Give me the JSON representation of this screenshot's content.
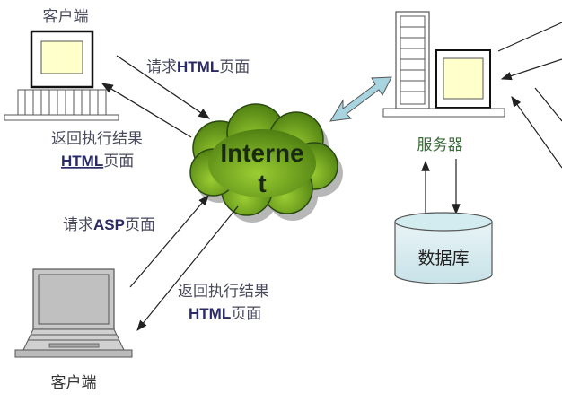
{
  "clients": {
    "top_label": "客户端",
    "bottom_label": "客户端"
  },
  "messages": {
    "top_request": {
      "pre": "请求",
      "bold": "HTML",
      "post": "页面"
    },
    "top_response_line1": "返回执行结果",
    "top_response_line2": {
      "bold": "HTML",
      "post": "页面"
    },
    "bottom_request": {
      "pre": "请求",
      "bold": "ASP",
      "post": "页面"
    },
    "bottom_response_line1": "返回执行结果",
    "bottom_response_line2": {
      "bold": "HTML",
      "post": "页面"
    }
  },
  "internet": {
    "line1": "Interne",
    "line2": "t"
  },
  "server": {
    "label": "服务器"
  },
  "database": {
    "label": "数据库"
  },
  "colors": {
    "screen": "#ffffcc",
    "cloud": "#6a9a20",
    "link": "#a8d4e0",
    "db": "#dceef0"
  }
}
